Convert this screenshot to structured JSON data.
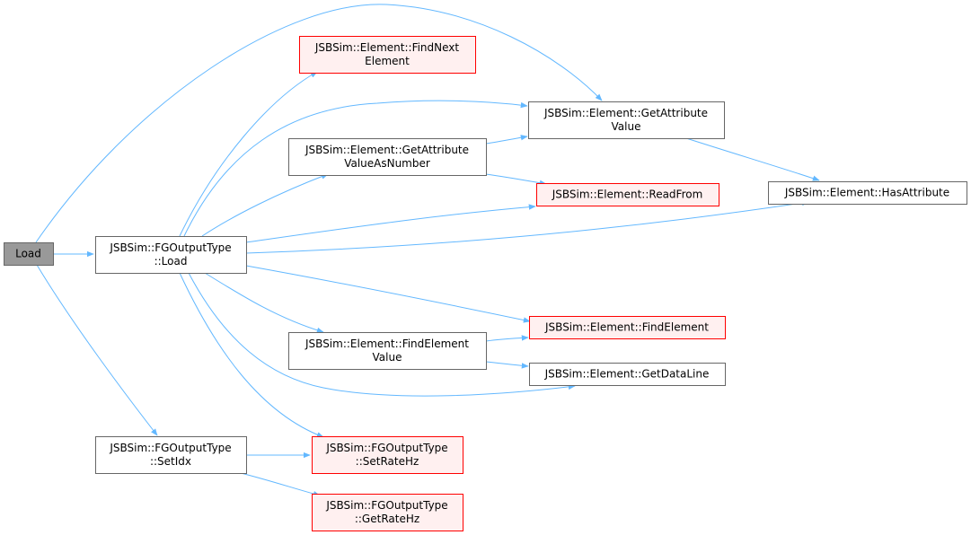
{
  "colors": {
    "edge": "#63b8ff",
    "node_border": "#666666",
    "node_fill": "#ffffff",
    "highlight_border": "#ff0000",
    "highlight_fill": "#fff0f0",
    "root_fill": "#999999"
  },
  "nodes": {
    "load": {
      "lines": [
        "Load"
      ],
      "style": "root"
    },
    "fgoutput_load": {
      "lines": [
        "JSBSim::FGOutputType",
        "::Load"
      ],
      "style": "normal"
    },
    "fgoutput_setidx": {
      "lines": [
        "JSBSim::FGOutputType",
        "::SetIdx"
      ],
      "style": "normal"
    },
    "findnext": {
      "lines": [
        "JSBSim::Element::FindNext",
        "Element"
      ],
      "style": "red"
    },
    "getattrnum": {
      "lines": [
        "JSBSim::Element::GetAttribute",
        "ValueAsNumber"
      ],
      "style": "normal"
    },
    "findelemvalue": {
      "lines": [
        "JSBSim::Element::FindElement",
        "Value"
      ],
      "style": "normal"
    },
    "getattr": {
      "lines": [
        "JSBSim::Element::GetAttribute",
        "Value"
      ],
      "style": "normal"
    },
    "readfrom": {
      "lines": [
        "JSBSim::Element::ReadFrom"
      ],
      "style": "red"
    },
    "findelement": {
      "lines": [
        "JSBSim::Element::FindElement"
      ],
      "style": "red"
    },
    "getdataline": {
      "lines": [
        "JSBSim::Element::GetDataLine"
      ],
      "style": "normal"
    },
    "setratehz": {
      "lines": [
        "JSBSim::FGOutputType",
        "::SetRateHz"
      ],
      "style": "red"
    },
    "getratehz": {
      "lines": [
        "JSBSim::FGOutputType",
        "::GetRateHz"
      ],
      "style": "red"
    },
    "hasattribute": {
      "lines": [
        "JSBSim::Element::HasAttribute"
      ],
      "style": "normal"
    }
  },
  "edges": [
    {
      "from": "load",
      "to": "fgoutput_load"
    },
    {
      "from": "load",
      "to": "getattr"
    },
    {
      "from": "load",
      "to": "fgoutput_setidx"
    },
    {
      "from": "fgoutput_load",
      "to": "findnext"
    },
    {
      "from": "fgoutput_load",
      "to": "getattr"
    },
    {
      "from": "fgoutput_load",
      "to": "getattrnum"
    },
    {
      "from": "fgoutput_load",
      "to": "readfrom"
    },
    {
      "from": "fgoutput_load",
      "to": "hasattribute"
    },
    {
      "from": "fgoutput_load",
      "to": "findelement"
    },
    {
      "from": "fgoutput_load",
      "to": "findelemvalue"
    },
    {
      "from": "fgoutput_load",
      "to": "getdataline"
    },
    {
      "from": "fgoutput_load",
      "to": "setratehz"
    },
    {
      "from": "getattrnum",
      "to": "getattr"
    },
    {
      "from": "getattrnum",
      "to": "readfrom"
    },
    {
      "from": "getattr",
      "to": "hasattribute"
    },
    {
      "from": "findelemvalue",
      "to": "findelement"
    },
    {
      "from": "findelemvalue",
      "to": "getdataline"
    },
    {
      "from": "fgoutput_setidx",
      "to": "setratehz"
    },
    {
      "from": "fgoutput_setidx",
      "to": "getratehz"
    }
  ]
}
